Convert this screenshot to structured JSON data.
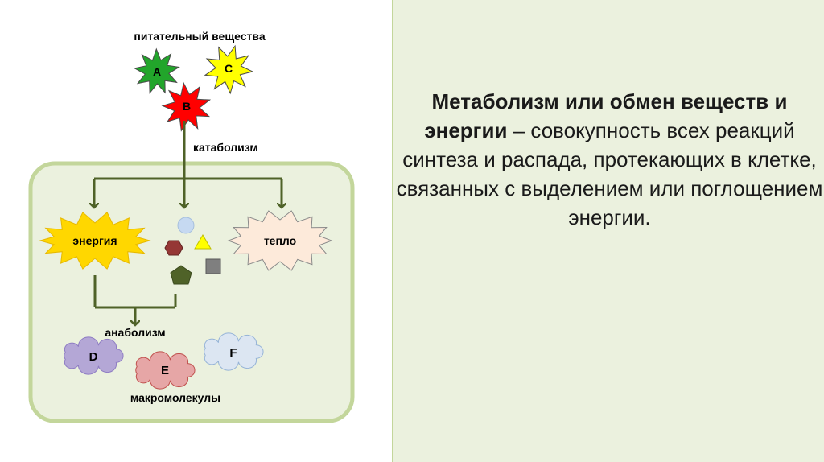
{
  "diagram": {
    "nutrients_label": "питательный вещества",
    "nutrient_a": "A",
    "nutrient_b": "B",
    "nutrient_c": "C",
    "catabolism_label": "катаболизм",
    "energy_label": "энергия",
    "heat_label": "тепло",
    "anabolism_label": "анаболизм",
    "macro_d": "D",
    "macro_e": "E",
    "macro_f": "F",
    "macromolecules_label": "макромолекулы"
  },
  "definition": {
    "title": "Метаболизм или обмен веществ и энергии",
    "dash": " – ",
    "body": "совокупность всех реакций синтеза и распада, протекающих в клетке, связанных с выделением или поглощением энергии."
  },
  "colors": {
    "panel_bg": "#EBF1DE",
    "cell_fill": "#EBF1DE",
    "cell_border": "#C3D69B",
    "arrow": "#4F6228",
    "star_a": "#22A52B",
    "star_b": "#FF0000",
    "star_c": "#FFFF00",
    "energy": "#FFD700",
    "heat": "#FDEADA",
    "cloud_d": "#B4A7D6",
    "cloud_e": "#E6A6A6",
    "cloud_f": "#DCE6F2"
  }
}
